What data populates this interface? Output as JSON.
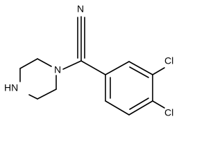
{
  "molecule": {
    "atom_labels": {
      "nitrile_n": "N",
      "piperazine_n1": "N",
      "piperazine_nh": "HN",
      "cl_top": "Cl",
      "cl_bottom": "Cl"
    },
    "colors": {
      "bond": "#000000",
      "text": "#000000",
      "background": "#ffffff"
    }
  }
}
